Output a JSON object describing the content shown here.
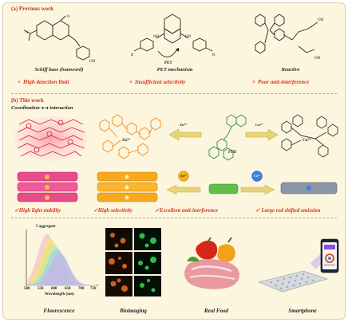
{
  "previous": {
    "title": "(a) Previous work",
    "items": [
      {
        "caption": "Schiff base (loanword)",
        "issue": "High detection limit"
      },
      {
        "caption": "PET mechanism",
        "issue": "Insufficient selectivity"
      },
      {
        "caption": "Reactive",
        "issue": "Poor anti-interference"
      }
    ],
    "pet_label": "PET",
    "issue_mark": "×",
    "atoms": {
      "O": "O",
      "OH": "OH",
      "N": "N",
      "NH": "NH",
      "HN": "HN",
      "R": "R"
    }
  },
  "this_work": {
    "title": "(b) This work",
    "subtitle": "Coordination π-π interaction",
    "ions": {
      "zn": "Zn²⁺",
      "cu": "Cu²⁺"
    },
    "probe_label": "PTD",
    "merits": [
      "✓High light stability",
      "✓High selectivity",
      "✓Excellent anti-inerference",
      "✓ Large red shifted emission"
    ]
  },
  "applications": {
    "labels": [
      "Fluorescence",
      "Bioimaging",
      "Real Food",
      "Smartphone"
    ],
    "spectrum": {
      "annotation": "5 aggregate",
      "xlabel": "Wavelength (nm)",
      "ticks": [
        "500",
        "550",
        "600",
        "650",
        "700",
        "750"
      ]
    },
    "colors": [
      "#f4c6d0",
      "#f6e07a",
      "#cfe79a",
      "#9ed6e6",
      "#c6b5e6"
    ]
  },
  "colors": {
    "accent": "#d8311f",
    "zn_complex": "#f08a1a",
    "cu_complex": "#333333",
    "probe": "#2f8a3c",
    "background": "#fdf6df"
  }
}
